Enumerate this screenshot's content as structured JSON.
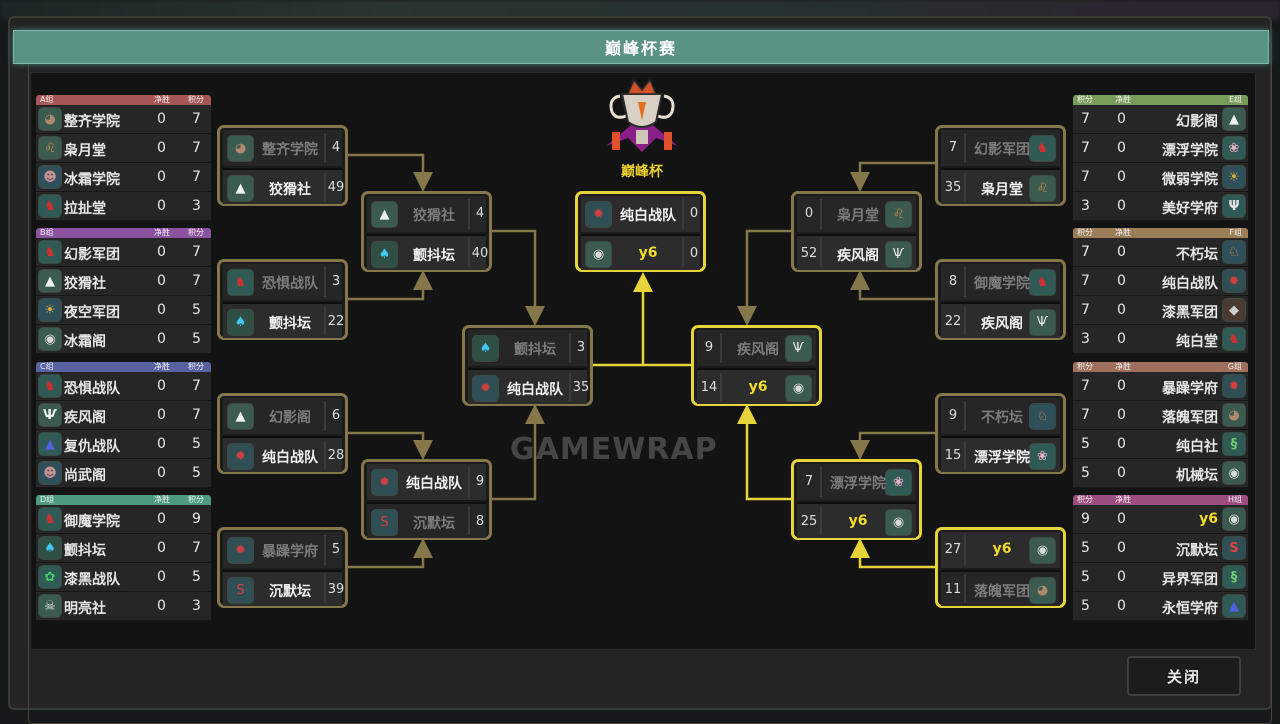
{
  "window": {
    "title": "巅峰杯赛",
    "close_label": "关闭",
    "watermark": "GAMEWRAP"
  },
  "trophy": {
    "name": "巅峰杯"
  },
  "colors": {
    "frame": "#857749",
    "highlight": "#e6d43a",
    "highlight_text": "#f3dc2e",
    "title_bar": "#5a9384"
  },
  "groups_left": [
    {
      "label": "A组",
      "net_header": "净胜",
      "pts_header": "积分",
      "color": "#a65656",
      "teams": [
        {
          "name": "整齐学院",
          "net": "0",
          "pts": "7",
          "icon": "monkey"
        },
        {
          "name": "枭月堂",
          "net": "0",
          "pts": "7",
          "icon": "lion"
        },
        {
          "name": "冰霜学院",
          "net": "0",
          "pts": "7",
          "icon": "ogre"
        },
        {
          "name": "拉扯堂",
          "net": "0",
          "pts": "3",
          "icon": "rooster"
        }
      ]
    },
    {
      "label": "B组",
      "net_header": "净胜",
      "pts_header": "积分",
      "color": "#8b52a0",
      "teams": [
        {
          "name": "幻影军团",
          "net": "0",
          "pts": "7",
          "icon": "rooster"
        },
        {
          "name": "狡猾社",
          "net": "0",
          "pts": "7",
          "icon": "eagle"
        },
        {
          "name": "夜空军团",
          "net": "0",
          "pts": "5",
          "icon": "tiger"
        },
        {
          "name": "冰霜阁",
          "net": "0",
          "pts": "5",
          "icon": "raccoon"
        }
      ]
    },
    {
      "label": "C组",
      "net_header": "净胜",
      "pts_header": "积分",
      "color": "#5862a0",
      "teams": [
        {
          "name": "恐惧战队",
          "net": "0",
          "pts": "7",
          "icon": "rooster"
        },
        {
          "name": "疾风阁",
          "net": "0",
          "pts": "7",
          "icon": "rabbit"
        },
        {
          "name": "复仇战队",
          "net": "0",
          "pts": "5",
          "icon": "wizard"
        },
        {
          "name": "尚武阁",
          "net": "0",
          "pts": "5",
          "icon": "ogre"
        }
      ]
    },
    {
      "label": "D组",
      "net_header": "净胜",
      "pts_header": "积分",
      "color": "#4e9a80",
      "teams": [
        {
          "name": "御魔学院",
          "net": "0",
          "pts": "9",
          "icon": "rooster"
        },
        {
          "name": "颤抖坛",
          "net": "0",
          "pts": "7",
          "icon": "elephant"
        },
        {
          "name": "漆黑战队",
          "net": "0",
          "pts": "5",
          "icon": "frog"
        },
        {
          "name": "明亮社",
          "net": "0",
          "pts": "3",
          "icon": "skull"
        }
      ]
    }
  ],
  "groups_right": [
    {
      "label": "E组",
      "net_header": "净胜",
      "pts_header": "积分",
      "color": "#7a9c5a",
      "teams": [
        {
          "name": "幻影阁",
          "net": "0",
          "pts": "7",
          "icon": "eagle"
        },
        {
          "name": "漂浮学院",
          "net": "0",
          "pts": "7",
          "icon": "ram"
        },
        {
          "name": "微弱学院",
          "net": "0",
          "pts": "7",
          "icon": "tiger"
        },
        {
          "name": "美好学府",
          "net": "0",
          "pts": "3",
          "icon": "deer"
        }
      ]
    },
    {
      "label": "F组",
      "net_header": "净胜",
      "pts_header": "积分",
      "color": "#9b7e58",
      "teams": [
        {
          "name": "不朽坛",
          "net": "0",
          "pts": "7",
          "icon": "horse"
        },
        {
          "name": "纯白战队",
          "net": "0",
          "pts": "7",
          "icon": "crab"
        },
        {
          "name": "漆黑军团",
          "net": "0",
          "pts": "7",
          "icon": "knight"
        },
        {
          "name": "纯白堂",
          "net": "0",
          "pts": "3",
          "icon": "rooster"
        }
      ]
    },
    {
      "label": "G组",
      "net_header": "净胜",
      "pts_header": "积分",
      "color": "#a0705e",
      "teams": [
        {
          "name": "暴躁学府",
          "net": "0",
          "pts": "7",
          "icon": "crab"
        },
        {
          "name": "落魄军团",
          "net": "0",
          "pts": "7",
          "icon": "monkey"
        },
        {
          "name": "纯白社",
          "net": "0",
          "pts": "5",
          "icon": "lizard"
        },
        {
          "name": "机械坛",
          "net": "0",
          "pts": "5",
          "icon": "raccoon"
        }
      ]
    },
    {
      "label": "H组",
      "net_header": "净胜",
      "pts_header": "积分",
      "color": "#9c4f7e",
      "teams": [
        {
          "name": "y6",
          "net": "0",
          "pts": "9",
          "icon": "raccoon",
          "highlight": true
        },
        {
          "name": "沉默坛",
          "net": "0",
          "pts": "5",
          "icon": "snake"
        },
        {
          "name": "异界军团",
          "net": "0",
          "pts": "5",
          "icon": "lizard"
        },
        {
          "name": "永恒学府",
          "net": "0",
          "pts": "5",
          "icon": "wizard"
        }
      ]
    }
  ],
  "matches": [
    {
      "id": "L1-1",
      "side": "left",
      "highlight": false,
      "teams": [
        {
          "name": "整齐学院",
          "score": "4",
          "icon": "monkey",
          "winner": false
        },
        {
          "name": "狡猾社",
          "score": "49",
          "icon": "eagle",
          "winner": true
        }
      ]
    },
    {
      "id": "L1-2",
      "side": "left",
      "highlight": false,
      "teams": [
        {
          "name": "恐惧战队",
          "score": "3",
          "icon": "rooster",
          "winner": false
        },
        {
          "name": "颤抖坛",
          "score": "22",
          "icon": "elephant",
          "winner": true
        }
      ]
    },
    {
      "id": "L1-3",
      "side": "left",
      "highlight": false,
      "teams": [
        {
          "name": "幻影阁",
          "score": "6",
          "icon": "eagle",
          "winner": false
        },
        {
          "name": "纯白战队",
          "score": "28",
          "icon": "crab",
          "winner": true
        }
      ]
    },
    {
      "id": "L1-4",
      "side": "left",
      "highlight": false,
      "teams": [
        {
          "name": "暴躁学府",
          "score": "5",
          "icon": "crab",
          "winner": false
        },
        {
          "name": "沉默坛",
          "score": "39",
          "icon": "snake",
          "winner": true
        }
      ]
    },
    {
      "id": "L2-1",
      "side": "left",
      "highlight": false,
      "teams": [
        {
          "name": "狡猾社",
          "score": "4",
          "icon": "eagle",
          "winner": false
        },
        {
          "name": "颤抖坛",
          "score": "40",
          "icon": "elephant",
          "winner": true
        }
      ]
    },
    {
      "id": "L2-2",
      "side": "left",
      "highlight": false,
      "teams": [
        {
          "name": "纯白战队",
          "score": "9",
          "icon": "crab",
          "winner": true
        },
        {
          "name": "沉默坛",
          "score": "8",
          "icon": "snake",
          "winner": false
        }
      ]
    },
    {
      "id": "L3",
      "side": "left",
      "highlight": false,
      "teams": [
        {
          "name": "颤抖坛",
          "score": "3",
          "icon": "elephant",
          "winner": false
        },
        {
          "name": "纯白战队",
          "score": "35",
          "icon": "crab",
          "winner": true
        }
      ]
    },
    {
      "id": "F",
      "side": "left",
      "highlight": true,
      "teams": [
        {
          "name": "纯白战队",
          "score": "0",
          "icon": "crab",
          "winner": true
        },
        {
          "name": "y6",
          "score": "0",
          "icon": "raccoon",
          "winner": true,
          "player": true
        }
      ]
    },
    {
      "id": "R3",
      "side": "right",
      "highlight": true,
      "teams": [
        {
          "name": "疾风阁",
          "score": "9",
          "icon": "rabbit",
          "winner": false
        },
        {
          "name": "y6",
          "score": "14",
          "icon": "raccoon",
          "winner": true,
          "player": true
        }
      ]
    },
    {
      "id": "R2-1",
      "side": "right",
      "highlight": false,
      "teams": [
        {
          "name": "枭月堂",
          "score": "0",
          "icon": "lion",
          "winner": false
        },
        {
          "name": "疾风阁",
          "score": "52",
          "icon": "rabbit",
          "winner": true
        }
      ]
    },
    {
      "id": "R2-2",
      "side": "right",
      "highlight": true,
      "teams": [
        {
          "name": "漂浮学院",
          "score": "7",
          "icon": "ram",
          "winner": false
        },
        {
          "name": "y6",
          "score": "25",
          "icon": "raccoon",
          "winner": true,
          "player": true
        }
      ]
    },
    {
      "id": "R1-1",
      "side": "right",
      "highlight": false,
      "teams": [
        {
          "name": "幻影军团",
          "score": "7",
          "icon": "rooster",
          "winner": false
        },
        {
          "name": "枭月堂",
          "score": "35",
          "icon": "lion",
          "winner": true
        }
      ]
    },
    {
      "id": "R1-2",
      "side": "right",
      "highlight": false,
      "teams": [
        {
          "name": "御魔学院",
          "score": "8",
          "icon": "rooster",
          "winner": false
        },
        {
          "name": "疾风阁",
          "score": "22",
          "icon": "rabbit",
          "winner": true
        }
      ]
    },
    {
      "id": "R1-3",
      "side": "right",
      "highlight": false,
      "teams": [
        {
          "name": "不朽坛",
          "score": "9",
          "icon": "horse",
          "winner": false
        },
        {
          "name": "漂浮学院",
          "score": "15",
          "icon": "ram",
          "winner": true
        }
      ]
    },
    {
      "id": "R1-4",
      "side": "right",
      "highlight": true,
      "teams": [
        {
          "name": "y6",
          "score": "27",
          "icon": "raccoon",
          "winner": true,
          "player": true
        },
        {
          "name": "落魄军团",
          "score": "11",
          "icon": "monkey",
          "winner": false
        }
      ]
    }
  ]
}
